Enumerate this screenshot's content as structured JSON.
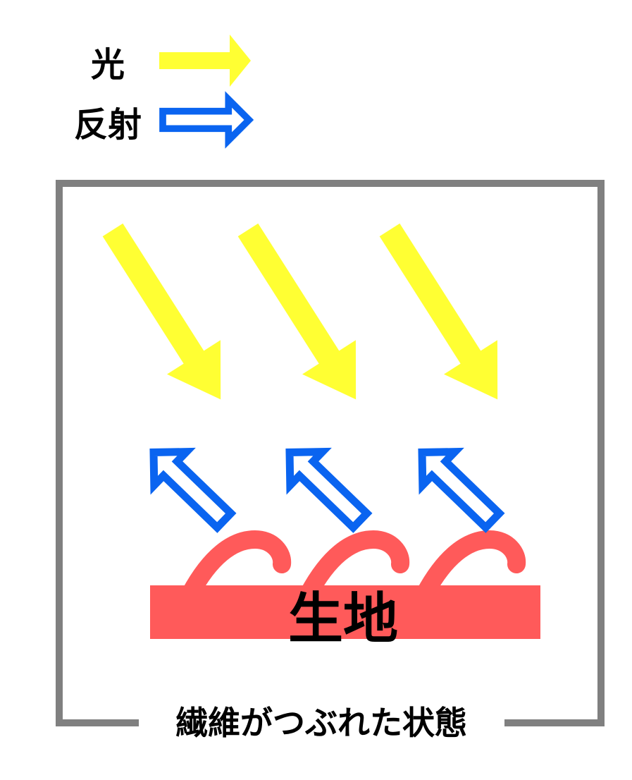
{
  "legend": {
    "light_label": "光",
    "reflection_label": "反射"
  },
  "fabric_label": "生地",
  "caption": "繊維がつぶれた状態",
  "colors": {
    "light": "#FFFF33",
    "reflection": "#0A64F0",
    "fabric": "#FF5A5A",
    "frame": "#808080",
    "text": "#000000"
  }
}
